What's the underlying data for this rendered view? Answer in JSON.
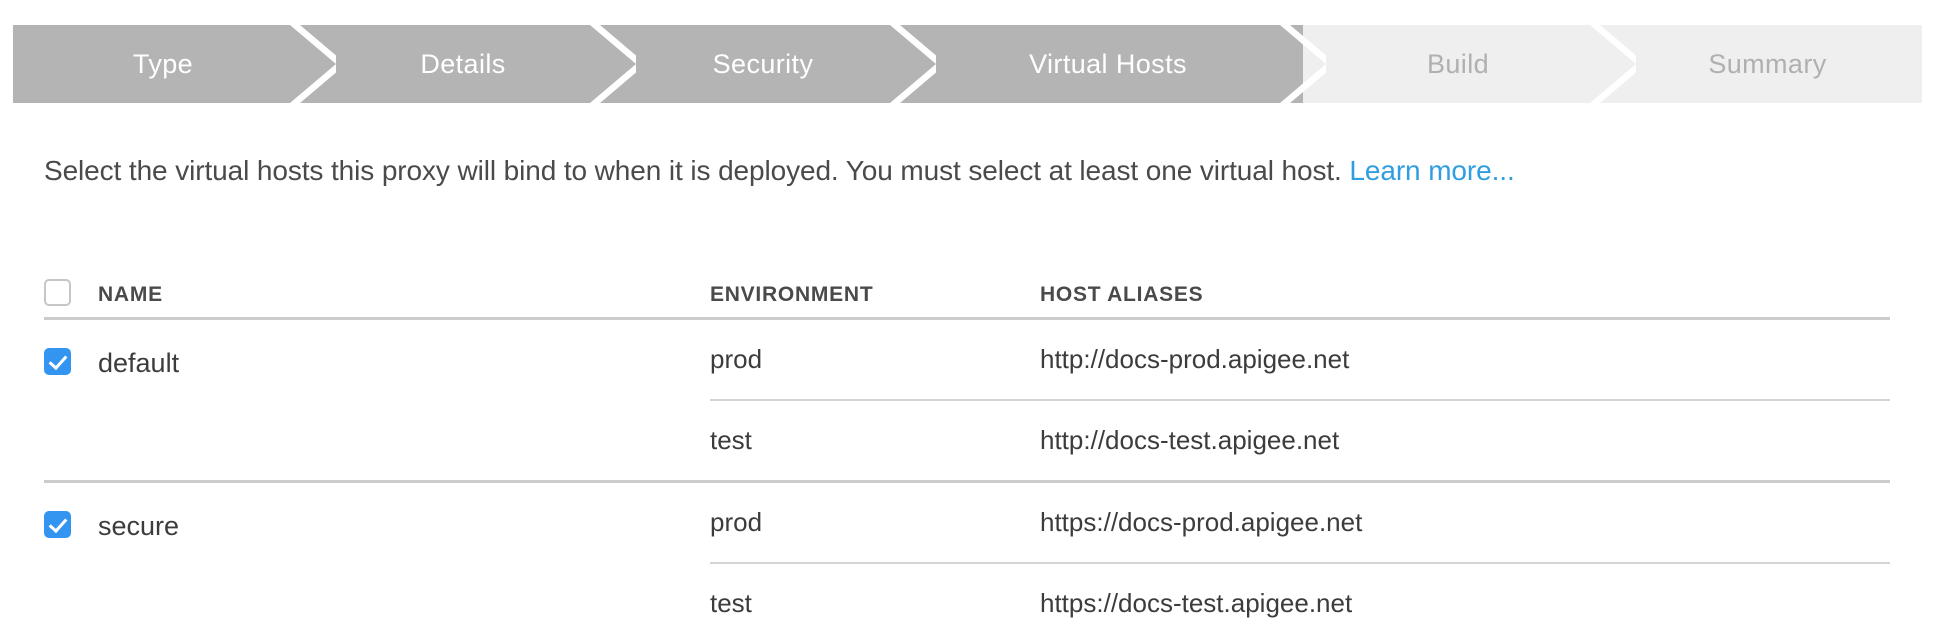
{
  "stepper": {
    "steps": [
      {
        "label": "Type",
        "state": "done"
      },
      {
        "label": "Details",
        "state": "done"
      },
      {
        "label": "Security",
        "state": "done"
      },
      {
        "label": "Virtual Hosts",
        "state": "done"
      },
      {
        "label": "Build",
        "state": "todo"
      },
      {
        "label": "Summary",
        "state": "todo"
      }
    ],
    "active_color": "#b4b4b4",
    "inactive_color": "#efefef",
    "active_text_color": "#ffffff",
    "inactive_text_color": "#b0b0b0"
  },
  "intro": {
    "text": "Select the virtual hosts this proxy will bind to when it is deployed. You must select at least one virtual host. ",
    "link_label": "Learn more...",
    "link_color": "#2f9ee0"
  },
  "table": {
    "select_all_checked": false,
    "headers": {
      "name": "NAME",
      "environment": "ENVIRONMENT",
      "host_aliases": "HOST ALIASES"
    },
    "accent_color": "#3395f0",
    "rows": [
      {
        "name": "default",
        "checked": true,
        "entries": [
          {
            "environment": "prod",
            "host_alias": "http://docs-prod.apigee.net"
          },
          {
            "environment": "test",
            "host_alias": "http://docs-test.apigee.net"
          }
        ]
      },
      {
        "name": "secure",
        "checked": true,
        "entries": [
          {
            "environment": "prod",
            "host_alias": "https://docs-prod.apigee.net"
          },
          {
            "environment": "test",
            "host_alias": "https://docs-test.apigee.net"
          }
        ]
      }
    ]
  }
}
